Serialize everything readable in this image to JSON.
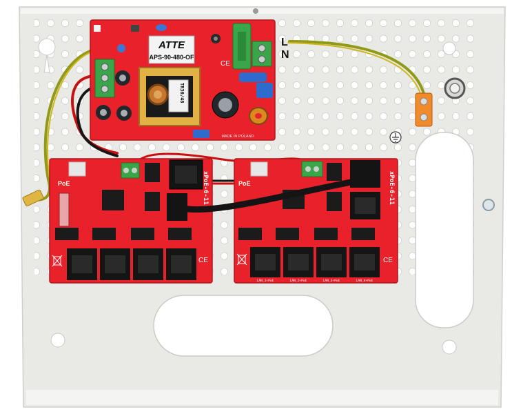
{
  "colors": {
    "background": "#ffffff",
    "panel": "#ececea",
    "panel_edge": "#d2d2cf",
    "pcb_red": "#e8212a",
    "pcb_dark": "#c3151d",
    "terminal_green": "#3aa64a",
    "transformer_yellow": "#e3b347",
    "ground_wire": "#9aa322",
    "connector_orange": "#f08a2a",
    "ic_black": "#1b1b1b"
  },
  "psu": {
    "logo": "ATTE",
    "model": "APS-90-480-OF",
    "transformer": "TR30/48",
    "made_in": "MADE IN POLAND",
    "ce_mark": "CE"
  },
  "mains": {
    "l_label": "L",
    "n_label": "N"
  },
  "switches": [
    {
      "title": "xPoE-6-11",
      "brand": "PoE",
      "ce_mark": "CE",
      "port_labels": []
    },
    {
      "title": "xPoE-6-11",
      "brand": "PoE",
      "ce_mark": "CE",
      "port_labels": [
        "LAN_1+PoE",
        "LAN_2+PoE",
        "LAN_3+PoE",
        "LAN_4+PoE"
      ]
    }
  ],
  "icons": [
    "ground-symbol-icon",
    "recycle-bin-icon",
    "ce-mark-icon"
  ]
}
